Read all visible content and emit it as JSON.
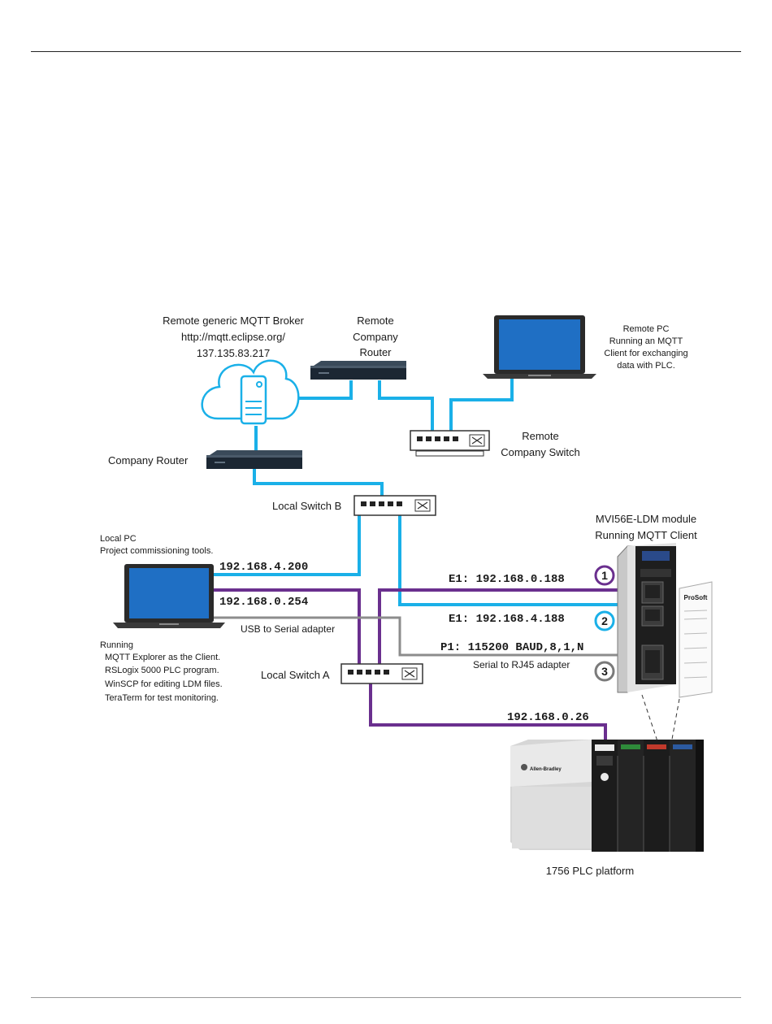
{
  "labels": {
    "broker_title": "Remote generic  MQTT Broker",
    "broker_url": "http://mqtt.eclipse.org/",
    "broker_ip": "137.135.83.217",
    "remote_router_1": "Remote",
    "remote_router_2": "Company",
    "remote_router_3": "Router",
    "remote_pc_1": "Remote PC",
    "remote_pc_2": "Running an MQTT",
    "remote_pc_3": "Client for exchanging",
    "remote_pc_4": "data with PLC.",
    "remote_switch_1": "Remote",
    "remote_switch_2": "Company Switch",
    "company_router": "Company Router",
    "local_switch_b": "Local Switch B",
    "local_switch_a": "Local Switch A",
    "module_1": "MVI56E-LDM module",
    "module_2": "Running MQTT Client",
    "local_pc_1": "Local PC",
    "local_pc_2": "Project commissioning tools.",
    "pc_ip_1": "192.168.4.200",
    "pc_ip_2": "192.168.0.254",
    "usb_serial": "USB to Serial adapter",
    "e1_a": "E1: 192.168.0.188",
    "e1_b": "E1: 192.168.4.188",
    "p1": "P1: 115200 BAUD,8,1,N",
    "serial_rj45": "Serial to RJ45 adapter",
    "running": "Running",
    "run_1": "MQTT Explorer as the Client.",
    "run_2": "RSLogix 5000 PLC program.",
    "run_3": "WinSCP for editing LDM files.",
    "run_4": "TeraTerm for test monitoring.",
    "plc_ip": "192.168.0.26",
    "plc_platform": "1756 PLC platform",
    "badge_1": "1",
    "badge_2": "2",
    "badge_3": "3",
    "brand_prosoft": "ProSoft",
    "brand_ab": "Allen-Bradley"
  },
  "colors": {
    "ethernet_blue": "#1ab0e8",
    "ethernet_purple": "#6a2f8e",
    "serial_gray": "#8c8c8c",
    "badge_1": "#6a2f8e",
    "badge_2": "#1ab0e8",
    "badge_3": "#7a7a7a"
  }
}
